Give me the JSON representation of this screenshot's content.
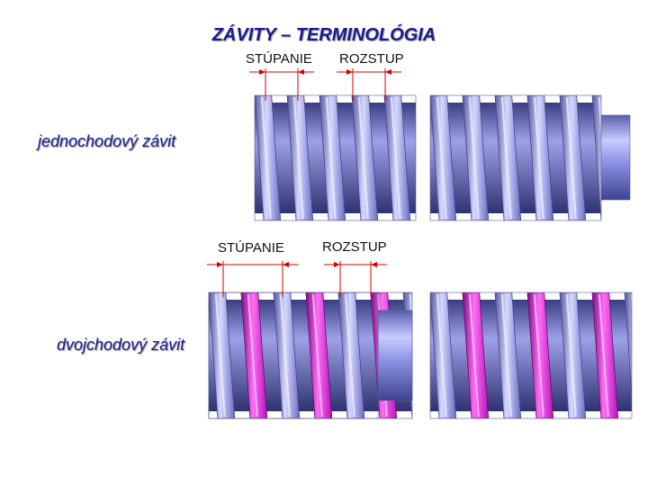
{
  "title": "ZÁVITY – TERMINOLÓGIA",
  "single": {
    "label": "jednochodový závit",
    "lead_label": "STÚPANIE",
    "pitch_label": "ROZSTUP"
  },
  "double": {
    "label": "dvojchodový závit",
    "lead_label": "STÚPANIE",
    "pitch_label": "ROZSTUP"
  },
  "colors": {
    "thread_blue": "#8a8fe0",
    "thread_magenta": "#c21ec8",
    "dimension_red": "#d40000",
    "title_blue": "#1a1a8c"
  }
}
